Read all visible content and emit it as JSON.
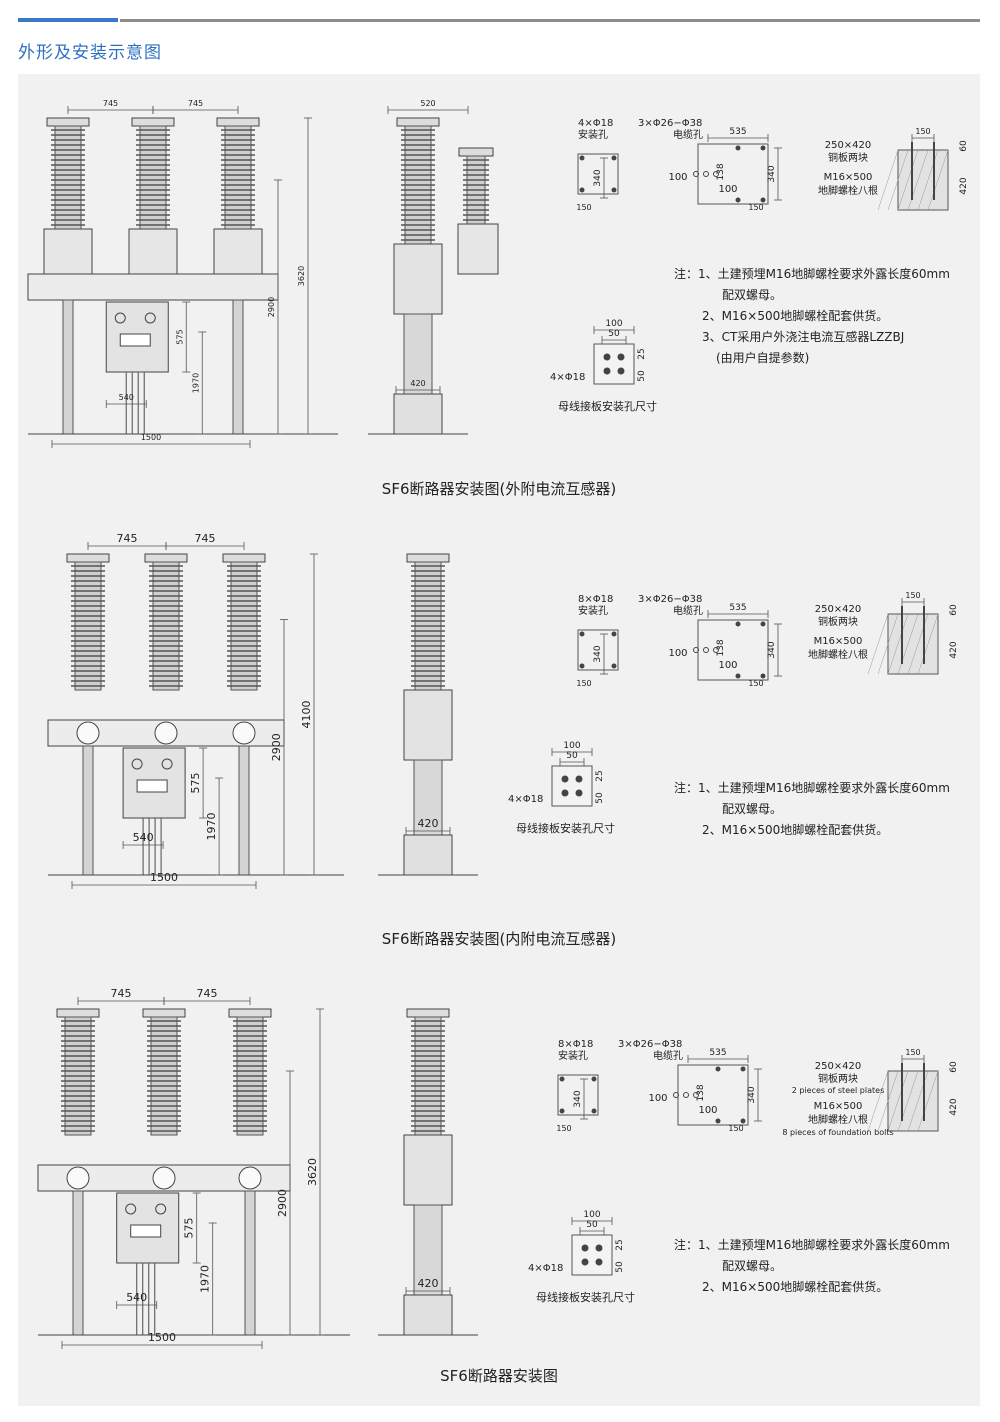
{
  "page": {
    "title": "外形及安装示意图"
  },
  "figures": [
    {
      "caption": "SF6断路器安装图(外附电流互感器)",
      "front_dims": [
        "745",
        "745",
        "3620",
        "2900",
        "575",
        "1970",
        "540",
        "1500"
      ],
      "side_dims": [
        "520",
        "420"
      ],
      "mount_holes": "4×Φ18",
      "mount_holes_label": "安装孔",
      "cable_holes": "3×Φ26−Φ38",
      "cable_holes_label": "电缆孔",
      "base_dims": [
        "535",
        "100",
        "100",
        "138",
        "340",
        "340",
        "150",
        "150"
      ],
      "plate_size": "250×420",
      "plate_label": "铜板两块",
      "bolt_size": "M16×500",
      "bolt_label": "地脚螺栓八根",
      "foundation_dims": [
        "150",
        "60",
        "420"
      ],
      "busbar_dims": [
        "100",
        "50",
        "25",
        "50"
      ],
      "busbar_holes": "4×Φ18",
      "busbar_label": "母线接板安装孔尺寸",
      "notes": [
        "注：1、土建预埋M16地脚螺栓要求外露长度60mm",
        "配双螺母。",
        "2、M16×500地脚螺栓配套供货。",
        "3、CT采用户外浇注电流互感器LZZBJ",
        "(由用户自提参数)"
      ]
    },
    {
      "caption": "SF6断路器安装图(内附电流互感器)",
      "front_dims": [
        "745",
        "745",
        "4100",
        "2900",
        "575",
        "1970",
        "540",
        "1500"
      ],
      "side_dims": [
        "420"
      ],
      "mount_holes": "8×Φ18",
      "mount_holes_label": "安装孔",
      "cable_holes": "3×Φ26−Φ38",
      "cable_holes_label": "电缆孔",
      "base_dims": [
        "535",
        "100",
        "100",
        "138",
        "340",
        "340",
        "150",
        "150"
      ],
      "plate_size": "250×420",
      "plate_label": "铜板两块",
      "bolt_size": "M16×500",
      "bolt_label": "地脚螺栓八根",
      "foundation_dims": [
        "150",
        "60",
        "420"
      ],
      "busbar_dims": [
        "100",
        "50",
        "25",
        "50"
      ],
      "busbar_holes": "4×Φ18",
      "busbar_label": "母线接板安装孔尺寸",
      "notes": [
        "注：1、土建预埋M16地脚螺栓要求外露长度60mm",
        "配双螺母。",
        "2、M16×500地脚螺栓配套供货。"
      ]
    },
    {
      "caption": "SF6断路器安装图",
      "front_dims": [
        "745",
        "745",
        "3620",
        "2900",
        "575",
        "1970",
        "540",
        "1500"
      ],
      "side_dims": [
        "420"
      ],
      "mount_holes": "8×Φ18",
      "mount_holes_label": "安装孔",
      "cable_holes": "3×Φ26−Φ38",
      "cable_holes_label": "电缆孔",
      "base_dims": [
        "535",
        "100",
        "100",
        "138",
        "340",
        "340",
        "150",
        "150"
      ],
      "plate_size": "250×420",
      "plate_label": "铜板两块",
      "plate_label_en": "2 pieces of steel plates",
      "bolt_size": "M16×500",
      "bolt_label": "地脚螺栓八根",
      "bolt_label_en": "8 pieces of foundation bolts",
      "foundation_dims": [
        "150",
        "60",
        "420"
      ],
      "busbar_dims": [
        "100",
        "50",
        "25",
        "50"
      ],
      "busbar_holes": "4×Φ18",
      "busbar_label": "母线接板安装孔尺寸",
      "notes": [
        "注：1、土建预埋M16地脚螺栓要求外露长度60mm",
        "配双螺母。",
        "2、M16×500地脚螺栓配套供货。"
      ]
    }
  ]
}
